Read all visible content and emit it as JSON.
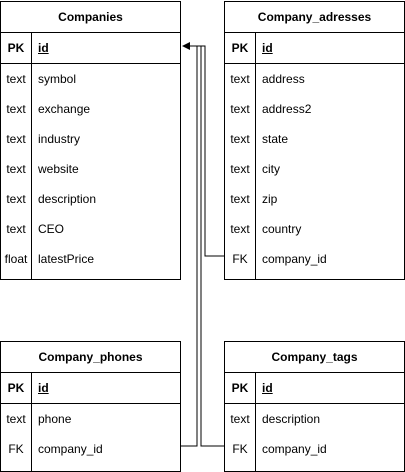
{
  "tables": {
    "companies": {
      "title": "Companies",
      "pk": {
        "type": "PK",
        "name": "id"
      },
      "fields": [
        {
          "type": "text",
          "name": "symbol"
        },
        {
          "type": "text",
          "name": "exchange"
        },
        {
          "type": "text",
          "name": "industry"
        },
        {
          "type": "text",
          "name": "website"
        },
        {
          "type": "text",
          "name": "description"
        },
        {
          "type": "text",
          "name": "CEO"
        },
        {
          "type": "float",
          "name": "latestPrice"
        }
      ]
    },
    "company_addresses": {
      "title": "Company_adresses",
      "pk": {
        "type": "PK",
        "name": "id"
      },
      "fields": [
        {
          "type": "text",
          "name": "address"
        },
        {
          "type": "text",
          "name": "address2"
        },
        {
          "type": "text",
          "name": "state"
        },
        {
          "type": "text",
          "name": "city"
        },
        {
          "type": "text",
          "name": "zip"
        },
        {
          "type": "text",
          "name": "country"
        },
        {
          "type": "FK",
          "name": "company_id"
        }
      ]
    },
    "company_phones": {
      "title": "Company_phones",
      "pk": {
        "type": "PK",
        "name": "id"
      },
      "fields": [
        {
          "type": "text",
          "name": "phone"
        },
        {
          "type": "FK",
          "name": "company_id"
        }
      ]
    },
    "company_tags": {
      "title": "Company_tags",
      "pk": {
        "type": "PK",
        "name": "id"
      },
      "fields": [
        {
          "type": "text",
          "name": "description"
        },
        {
          "type": "FK",
          "name": "company_id"
        }
      ]
    }
  }
}
